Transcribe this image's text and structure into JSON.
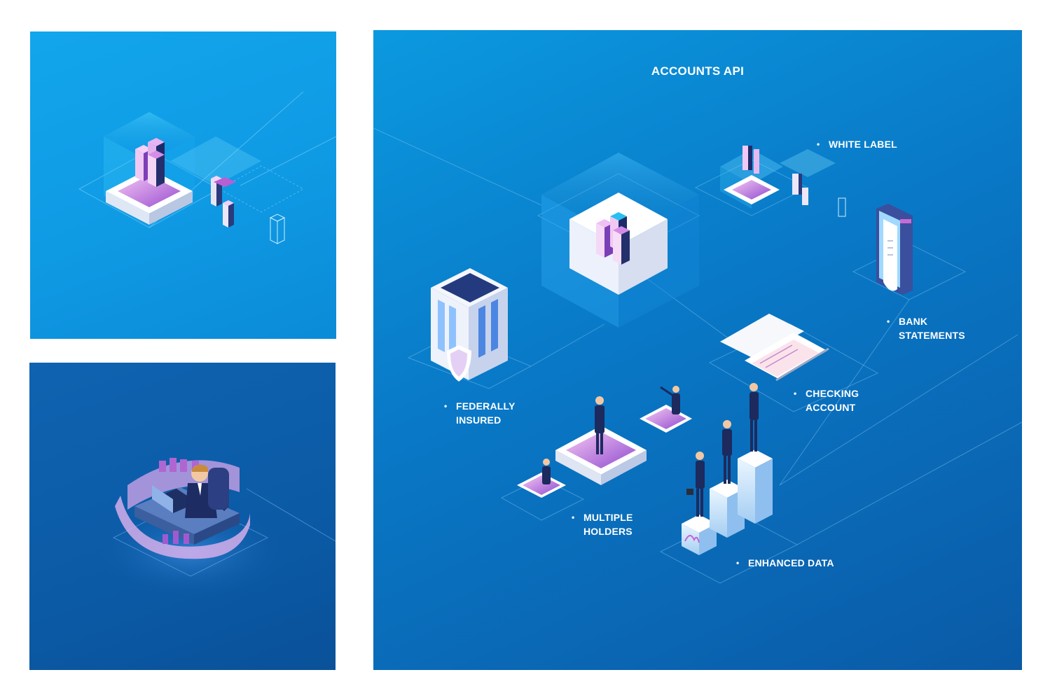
{
  "diagram": {
    "title": "ACCOUNTS API",
    "features": [
      {
        "lines": [
          "WHITE LABEL"
        ]
      },
      {
        "lines": [
          "BANK",
          "STATEMENTS"
        ]
      },
      {
        "lines": [
          "CHECKING",
          "ACCOUNT"
        ]
      },
      {
        "lines": [
          "FEDERALLY",
          "INSURED"
        ]
      },
      {
        "lines": [
          "MULTIPLE",
          "HOLDERS"
        ]
      },
      {
        "lines": [
          "ENHANCED DATA"
        ]
      }
    ]
  },
  "icons": {
    "panel_a": [
      "logo-cube-icon",
      "data-blocks-icon"
    ],
    "panel_b": [
      "person-at-desk-icon",
      "holographic-screens-icon"
    ],
    "panel_c": [
      "logo-cube-icon",
      "bank-building-icon",
      "shield-icon",
      "phone-receipt-icon",
      "checkbook-icon",
      "people-icon",
      "bar-podium-icon"
    ]
  },
  "colors": {
    "panel_a_bg": "#12a6ec",
    "panel_b_bg": "#0b5aa6",
    "panel_c_bg": "#0978c6",
    "accent_purple": "#b86bd8",
    "accent_pink": "#e7a6ef"
  }
}
